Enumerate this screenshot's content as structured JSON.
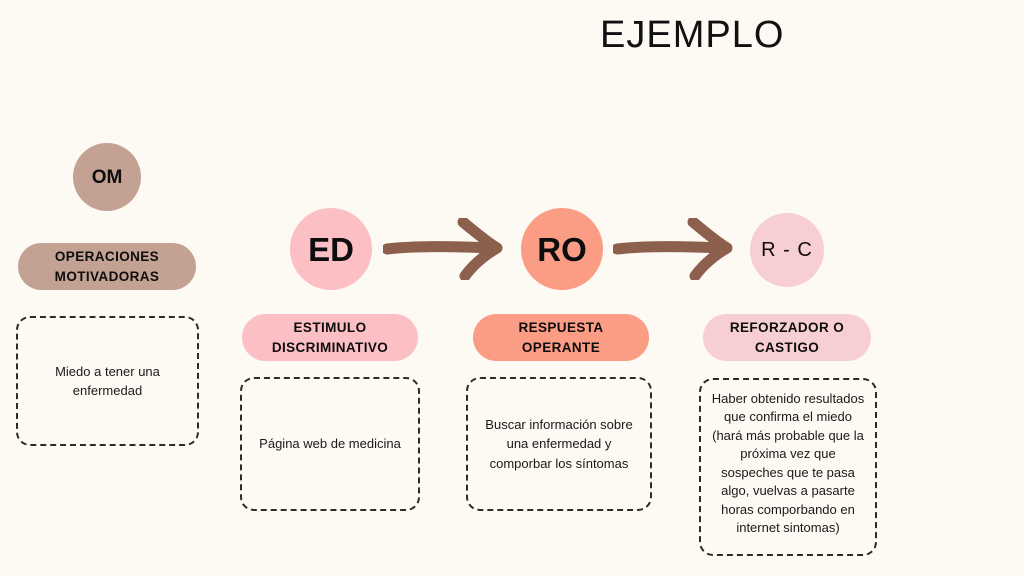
{
  "page": {
    "title": "EJEMPLO",
    "background_color": "#FDF9F3"
  },
  "colors": {
    "om": "#C3A193",
    "ed": "#FCBFC4",
    "ro": "#FB9C84",
    "rc": "#F7CFD3",
    "arrow": "#8D5F4D",
    "text": "#111111",
    "dashed_border": "#2b2b2b"
  },
  "nodes": [
    {
      "id": "om",
      "abbr": "OM",
      "label": "OPERACIONES MOTIVADORAS",
      "label_line1": "OPERACIONES",
      "label_line2": "MOTIVADORAS",
      "note": "Miedo a tener una enfermedad",
      "color": "#C3A193"
    },
    {
      "id": "ed",
      "abbr": "ED",
      "label": "ESTIMULO DISCRIMINATIVO",
      "label_line1": "ESTIMULO",
      "label_line2": "DISCRIMINATIVO",
      "note": "Página web de medicina",
      "color": "#FCBFC4"
    },
    {
      "id": "ro",
      "abbr": "RO",
      "label": "RESPUESTA OPERANTE",
      "label_line1": "RESPUESTA",
      "label_line2": "OPERANTE",
      "note": "Buscar información sobre una enfermedad y comporbar los síntomas",
      "color": "#FB9C84"
    },
    {
      "id": "rc",
      "abbr": "R - C",
      "label": "REFORZADOR O CASTIGO",
      "label_line1": "REFORZADOR O",
      "label_line2": "CASTIGO",
      "note": "Haber obtenido resultados que confirma el miedo (hará más probable que la próxima vez que sospeches que te pasa algo, vuelvas a pasarte horas comporbando en internet sintomas)",
      "color": "#F7CFD3"
    }
  ],
  "arrows": [
    {
      "id": "arrow-ed-to-ro",
      "from": "ed",
      "to": "ro",
      "icon": "arrow-right-icon"
    },
    {
      "id": "arrow-ro-to-rc",
      "from": "ro",
      "to": "rc",
      "icon": "arrow-right-icon"
    }
  ]
}
